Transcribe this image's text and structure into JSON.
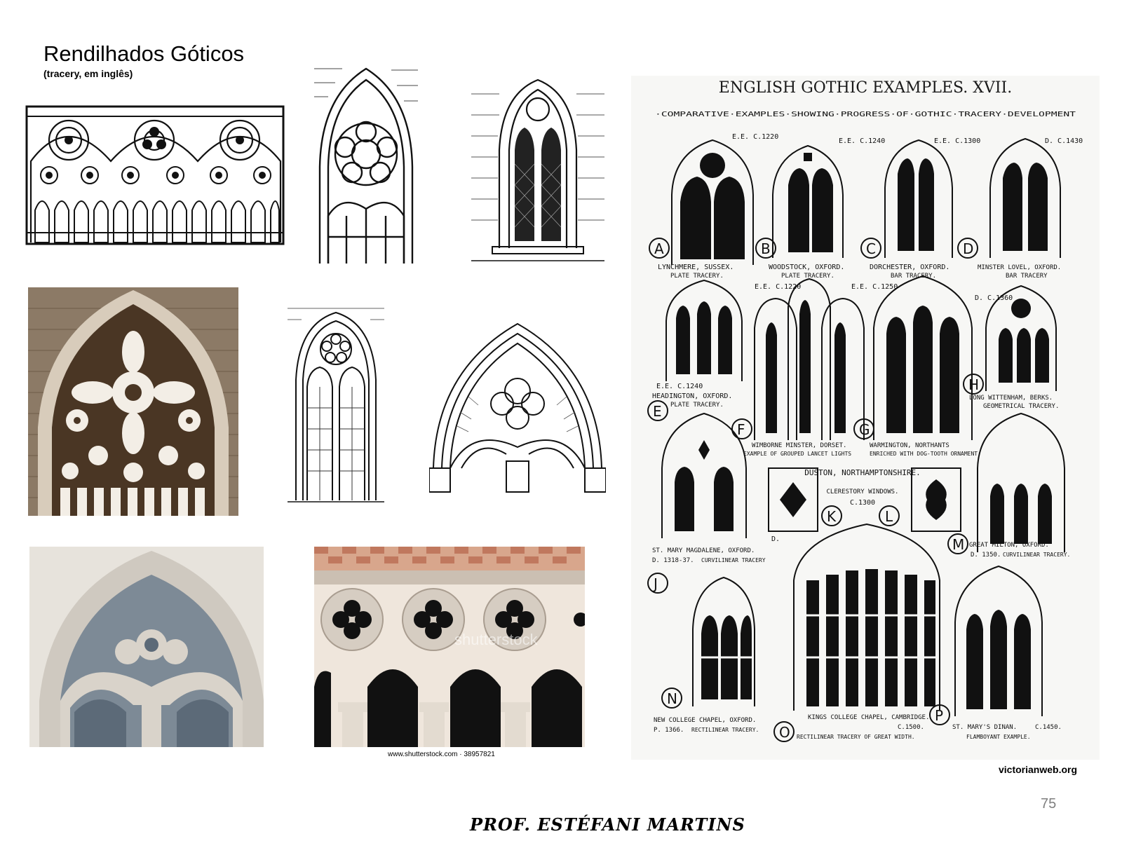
{
  "slide": {
    "title": "Rendilhados Góticos",
    "subtitle": "(tracery, em inglês)",
    "page_number": "75",
    "footer": "PROF. ESTÉFANI MARTINS",
    "source_credit": "victorianweb.org",
    "stock_credit": "www.shutterstock.com · 38957821",
    "watermark": "shutterstock"
  },
  "plate": {
    "heading": "ENGLISH GOTHIC EXAMPLES. XVII.",
    "subheading": "·COMPARATIVE·EXAMPLES·SHOWING·PROGRESS·OF·GOTHIC·TRACERY·DEVELOPMENT",
    "examples": [
      {
        "letter": "A",
        "period": "E.E. C.1220",
        "name": "LYNCHMERE, SUSSEX.",
        "note": "PLATE TRACERY."
      },
      {
        "letter": "B",
        "period": "E.E. C.1240",
        "name": "WOODSTOCK, OXFORD.",
        "note": "PLATE TRACERY."
      },
      {
        "letter": "C",
        "period": "E.E. C.1300",
        "name": "DORCHESTER, OXFORD.",
        "note": "BAR TRACERY."
      },
      {
        "letter": "D",
        "period": "D. C.1430",
        "name": "MINSTER LOVEL, OXFORD.",
        "note": "BAR TRACERY"
      },
      {
        "letter": "E",
        "period": "E.E. C.1240",
        "name": "HEADINGTON, OXFORD.",
        "note": "PLATE TRACERY."
      },
      {
        "letter": "F",
        "period": "E.E. C.1220",
        "name": "WIMBORNE MINSTER, DORSET.",
        "note": "EXAMPLE OF GROUPED LANCET LIGHTS"
      },
      {
        "letter": "G",
        "period": "E.E. C.1250",
        "name": "WARMINGTON, NORTHANTS",
        "note": "ENRICHED WITH DOG-TOOTH ORNAMENT."
      },
      {
        "letter": "H",
        "period": "D. C.1360",
        "name": "LONG WITTENHAM, BERKS.",
        "note": "GEOMETRICAL TRACERY."
      },
      {
        "letter": "J",
        "period": "D. 1318-37.",
        "name": "ST. MARY MAGDALENE, OXFORD.",
        "note": "CURVILINEAR TRACERY"
      },
      {
        "letter": "K",
        "period": "",
        "name": "",
        "note": ""
      },
      {
        "letter": "L",
        "period": "",
        "name": "",
        "note": ""
      },
      {
        "letter": "M",
        "period": "D. 1350.",
        "name": "GREAT MILTON, OXFORD.",
        "note": "CURVILINEAR TRACERY."
      },
      {
        "letter": "N",
        "period": "P. 1366.",
        "name": "NEW COLLEGE CHAPEL, OXFORD.",
        "note": "RECTILINEAR TRACERY."
      },
      {
        "letter": "O",
        "period": "C.1500.",
        "name": "KINGS COLLEGE CHAPEL, CAMBRIDGE.",
        "note": "RECTILINEAR TRACERY OF GREAT WIDTH."
      },
      {
        "letter": "P",
        "period": "C.1450.",
        "name": "ST. MARY'S DINAN.",
        "note": "FLAMBOYANT EXAMPLE."
      }
    ],
    "duston": {
      "name": "DUSTON, NORTHAMPTONSHIRE.",
      "note": "CLERESTORY WINDOWS.",
      "period": "C.1300",
      "prefix": "D."
    }
  },
  "colors": {
    "background": "#ffffff",
    "ink": "#111111",
    "sepia": "#5a4530",
    "stone": "#d9d6cf",
    "page_number": "#7f7f7f"
  }
}
